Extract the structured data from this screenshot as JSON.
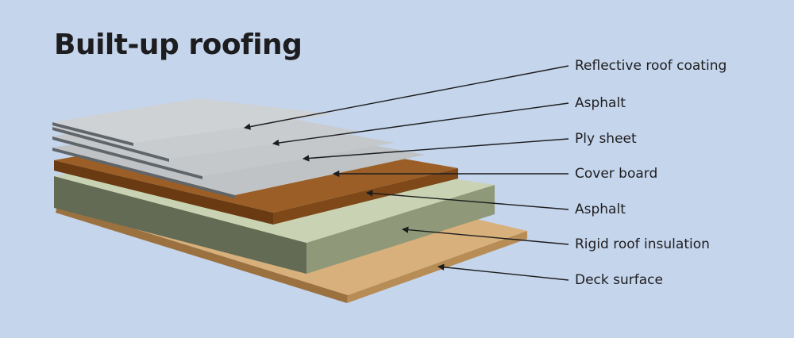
{
  "title": "Built-up roofing",
  "layers": [
    {
      "label": "Reflective roof coating"
    },
    {
      "label": "Asphalt"
    },
    {
      "label": "Ply sheet"
    },
    {
      "label": "Cover board"
    },
    {
      "label": "Asphalt"
    },
    {
      "label": "Rigid roof insulation"
    },
    {
      "label": "Deck surface"
    }
  ],
  "colors": {
    "background": "#c5d5ec",
    "sheet_top": "#bfc3c6",
    "sheet_edge": "#5f6569",
    "cover_board_top": "#9b5e26",
    "cover_board_side": "#6a3a12",
    "insulation_top": "#c9d3b3",
    "insulation_side": "#646b55",
    "deck_top": "#d8b07b",
    "deck_side": "#9c7140",
    "leader_line": "#1d1d1f"
  }
}
